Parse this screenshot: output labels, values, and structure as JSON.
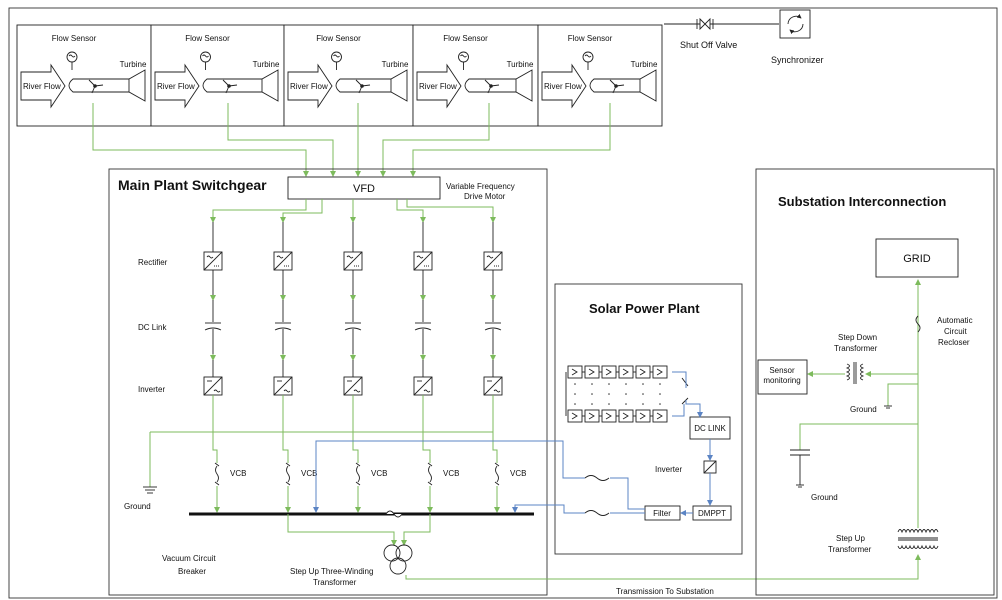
{
  "colors": {
    "green_line": "#7dbb5c",
    "blue_line": "#5b84c4",
    "stroke": "#222222",
    "background": "#ffffff"
  },
  "turbine_units": [
    {
      "flow_sensor": "Flow Sensor",
      "turbine": "Turbine",
      "river_flow": "River Flow"
    },
    {
      "flow_sensor": "Flow Sensor",
      "turbine": "Turbine",
      "river_flow": "River Flow"
    },
    {
      "flow_sensor": "Flow Sensor",
      "turbine": "Turbine",
      "river_flow": "River Flow"
    },
    {
      "flow_sensor": "Flow Sensor",
      "turbine": "Turbine",
      "river_flow": "River Flow"
    },
    {
      "flow_sensor": "Flow Sensor",
      "turbine": "Turbine",
      "river_flow": "River Flow"
    }
  ],
  "shut_off_valve": "Shut Off Valve",
  "synchronizer": "Synchronizer",
  "main_plant": {
    "title": "Main Plant Switchgear",
    "vfd": "VFD",
    "vfd_desc_1": "Variable Frequency",
    "vfd_desc_2": "Drive Motor",
    "rectifier": "Rectifier",
    "dc_link": "DC Link",
    "inverter": "Inverter",
    "vcb": "VCB",
    "ground": "Ground",
    "breaker_1": "Vacuum Circuit",
    "breaker_2": "Breaker",
    "transformer_1": "Step Up Three-Winding",
    "transformer_2": "Transformer"
  },
  "solar": {
    "title": "Solar Power Plant",
    "dc_link": "DC LINK",
    "inverter": "Inverter",
    "filter": "Filter",
    "dmppt": "DMPPT"
  },
  "substation": {
    "title": "Substation Interconnection",
    "grid": "GRID",
    "recloser_1": "Automatic",
    "recloser_2": "Circuit",
    "recloser_3": "Recloser",
    "step_down_1": "Step Down",
    "step_down_2": "Transformer",
    "sensor_1": "Sensor",
    "sensor_2": "monitoring",
    "ground_1": "Ground",
    "ground_2": "Ground",
    "step_up_1": "Step Up",
    "step_up_2": "Transformer"
  },
  "transmission": "Transmission To Substation"
}
